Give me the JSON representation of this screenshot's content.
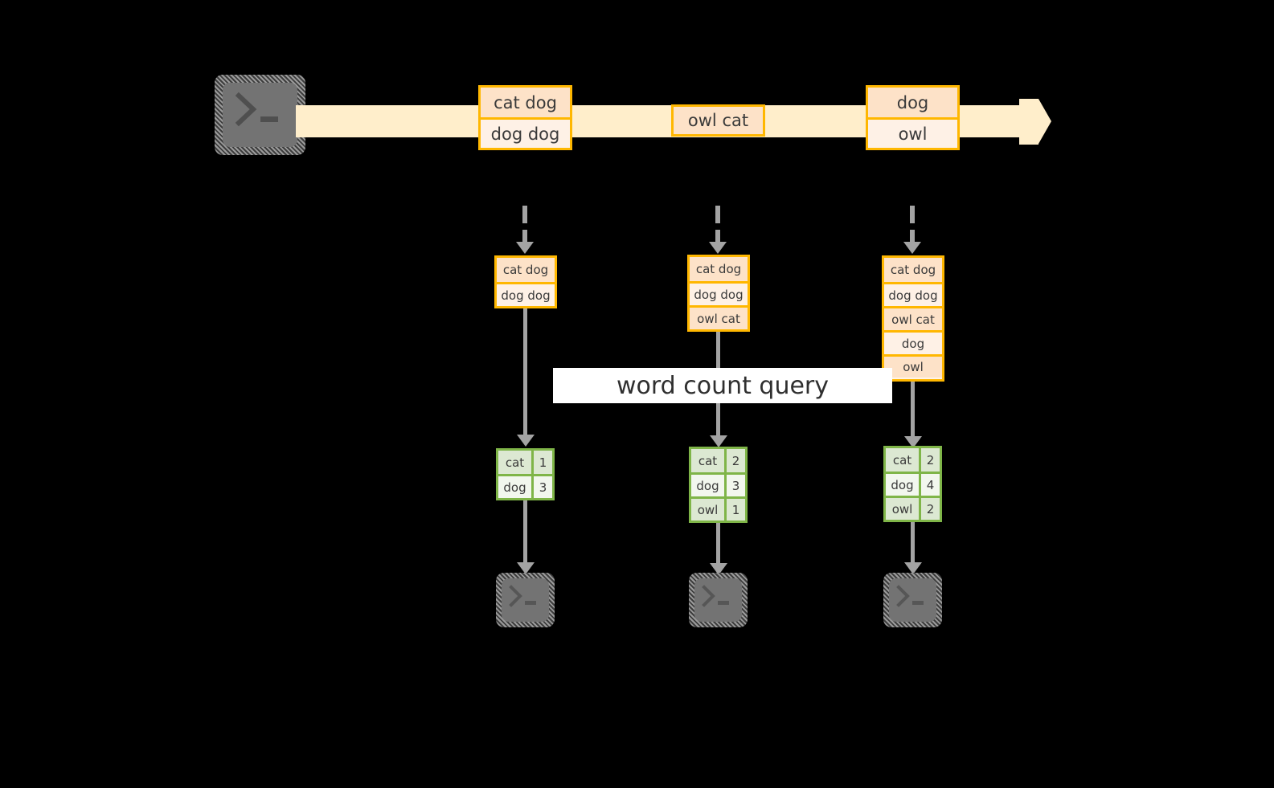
{
  "diagram": {
    "title_banner": "word count query",
    "colors": {
      "stream_bar": "#FFEECB",
      "record_border": "#FFB700",
      "record_fill_dark": "#FDE2C8",
      "record_fill_light": "#FEF1E6",
      "table_border": "#7FB548",
      "table_fill_dark": "#DCE8D2",
      "table_fill_light": "#F2F7EE",
      "arrow_gray": "#A3A3A3",
      "terminal_face": "#737373",
      "banner_bg": "#FFFFFF",
      "background": "#000000"
    },
    "source": {
      "icon": "terminal-icon",
      "prompt": ">_"
    },
    "stream": {
      "label": "event-stream-arrow",
      "records": [
        {
          "name": "record-group-1",
          "lines": [
            "cat dog",
            "dog dog"
          ]
        },
        {
          "name": "record-group-2",
          "lines": [
            "owl cat"
          ]
        },
        {
          "name": "record-group-3",
          "lines": [
            "dog",
            "owl"
          ]
        }
      ]
    },
    "snapshots": [
      {
        "name": "snapshot-1",
        "input_lines": [
          "cat dog",
          "dog dog"
        ],
        "counts": [
          {
            "word": "cat",
            "count": "1"
          },
          {
            "word": "dog",
            "count": "3"
          }
        ],
        "sink": {
          "icon": "terminal-icon",
          "prompt": ">_"
        }
      },
      {
        "name": "snapshot-2",
        "input_lines": [
          "cat dog",
          "dog dog",
          "owl cat"
        ],
        "counts": [
          {
            "word": "cat",
            "count": "2"
          },
          {
            "word": "dog",
            "count": "3"
          },
          {
            "word": "owl",
            "count": "1"
          }
        ],
        "sink": {
          "icon": "terminal-icon",
          "prompt": ">_"
        }
      },
      {
        "name": "snapshot-3",
        "input_lines": [
          "cat dog",
          "dog dog",
          "owl cat",
          "dog",
          "owl"
        ],
        "counts": [
          {
            "word": "cat",
            "count": "2"
          },
          {
            "word": "dog",
            "count": "4"
          },
          {
            "word": "owl",
            "count": "2"
          }
        ],
        "sink": {
          "icon": "terminal-icon",
          "prompt": ">_"
        }
      }
    ]
  }
}
